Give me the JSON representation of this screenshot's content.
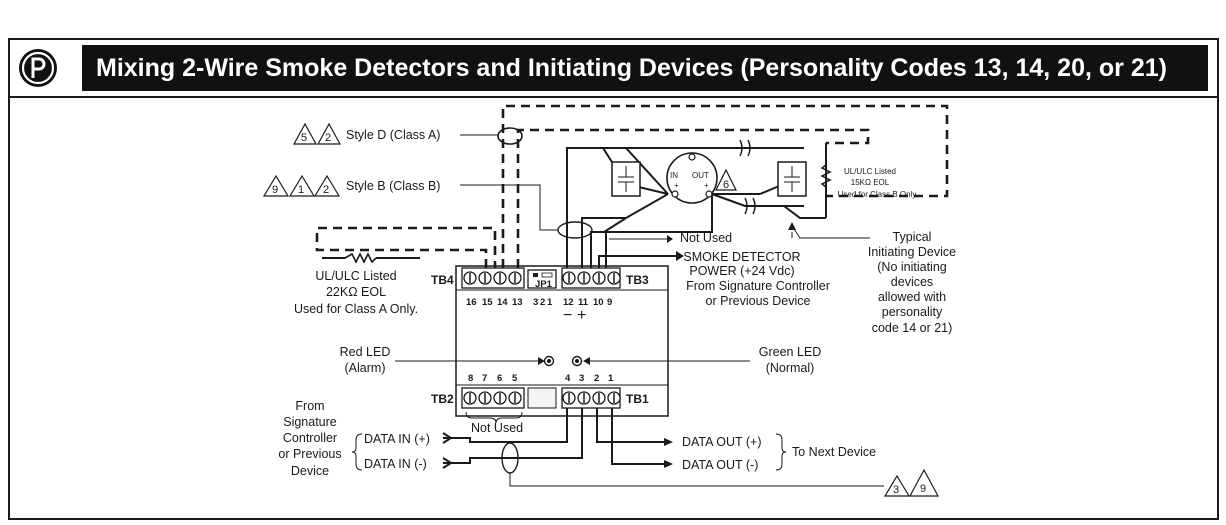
{
  "title": "Mixing 2-Wire Smoke Detectors and Initiating Devices (Personality Codes 13, 14, 20, or 21)",
  "icons": {
    "title_icon": "circled-p-icon"
  },
  "labels": {
    "style_d": "Style D (Class A)",
    "style_b": "Style B (Class B)",
    "style_d_notes": [
      "5",
      "2"
    ],
    "style_b_notes": [
      "9",
      "1",
      "2"
    ],
    "eol_22k": [
      "UL/ULC Listed",
      "22KΩ  EOL",
      "Used for Class A Only."
    ],
    "eol_15k": [
      "UL/ULC Listed",
      "15KΩ  EOL",
      "Used for Class B Only"
    ],
    "not_used_top": "Not Used",
    "smoke_power": [
      "SMOKE DETECTOR",
      "POWER (+24 Vdc)",
      "From Signature Controller",
      "or Previous Device"
    ],
    "typical": [
      "Typical",
      "Initiating Device",
      "(No initiating",
      "devices",
      "allowed with",
      "personality",
      "code 14 or 21)"
    ],
    "red_led": [
      "Red LED",
      "(Alarm)"
    ],
    "green_led": [
      "Green LED",
      "(Normal)"
    ],
    "from_sig": [
      "From",
      "Signature",
      "Controller",
      "or Previous",
      "Device"
    ],
    "data_in_plus": "DATA IN (+)",
    "data_in_minus": "DATA IN (-)",
    "data_out_plus": "DATA OUT (+)",
    "data_out_minus": "DATA OUT (-)",
    "to_next": "To Next Device",
    "not_used_bottom": "Not Used",
    "bottom_notes": [
      "3",
      "9"
    ],
    "detector_in": "IN",
    "detector_out": "OUT",
    "detector_plus": "+",
    "detector_note": "6",
    "jp1": "JP1",
    "minus": "−",
    "plus": "+"
  },
  "module": {
    "tb4": "TB4",
    "tb3": "TB3",
    "tb2": "TB2",
    "tb1": "TB1",
    "tb4_pins": [
      "16",
      "15",
      "14",
      "13"
    ],
    "jp1_pins": [
      "3",
      "2",
      "1"
    ],
    "tb3_pins": [
      "12",
      "11",
      "10",
      "9"
    ],
    "tb2_pins": [
      "8",
      "7",
      "6",
      "5"
    ],
    "tb1_pins": [
      "4",
      "3",
      "2",
      "1"
    ]
  }
}
